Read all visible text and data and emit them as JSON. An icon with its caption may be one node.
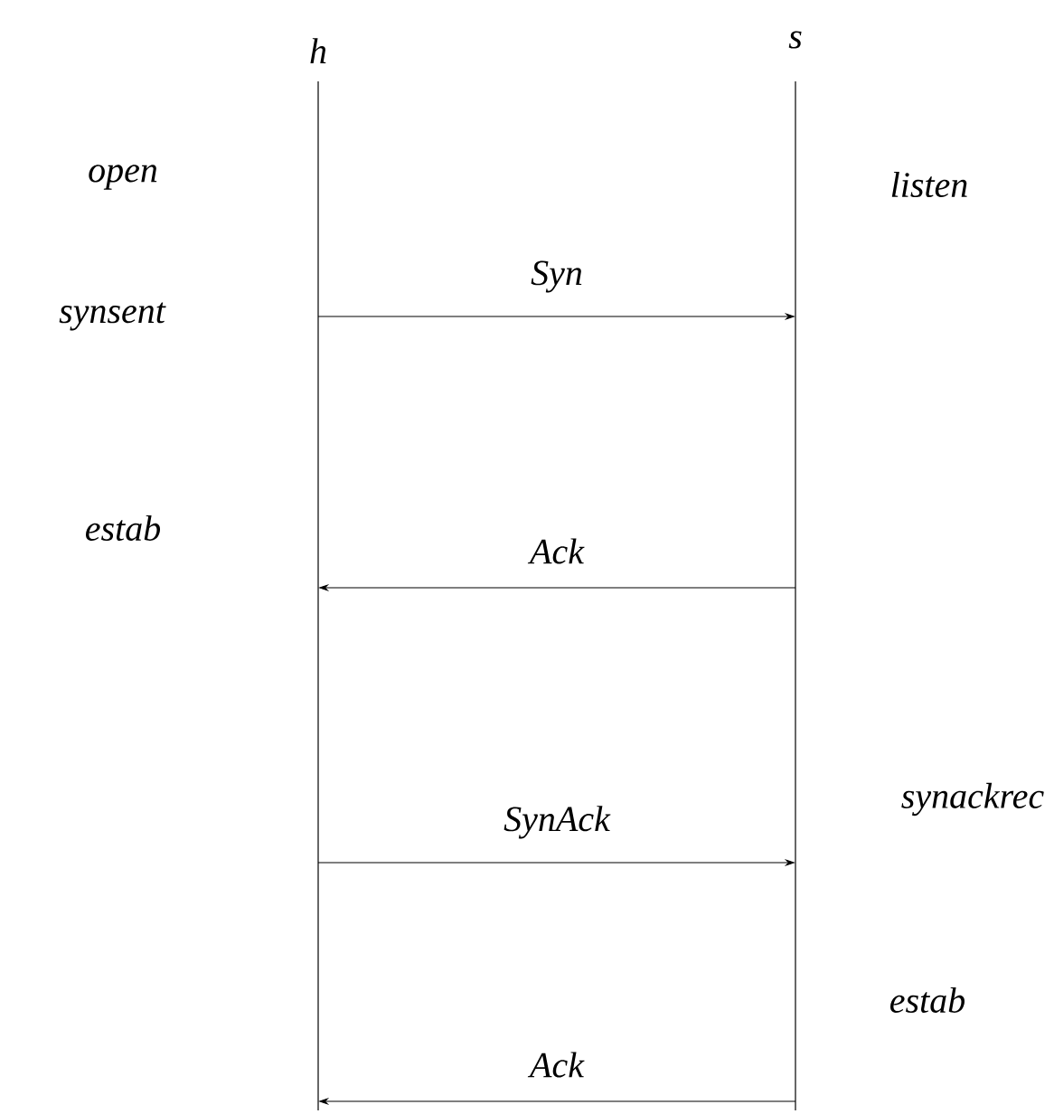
{
  "diagram": {
    "nodes": [
      {
        "text": [
          "h"
        ]
      },
      {
        "text": [
          "s"
        ]
      }
    ],
    "edges": [
      {
        "from": 0,
        "to": 1,
        "arrow": "to",
        "label": "Syn"
      },
      {
        "from": 1,
        "to": 0,
        "arrow": "to",
        "label": "Ack"
      },
      {
        "from": 0,
        "to": 1,
        "arrow": "to",
        "label": "SynAck"
      },
      {
        "from": 1,
        "to": 0,
        "arrow": "to",
        "label": "Ack"
      }
    ],
    "labels": [
      "open",
      "listen",
      "synsent",
      "estab",
      "synackrec",
      "estab"
    ]
  }
}
